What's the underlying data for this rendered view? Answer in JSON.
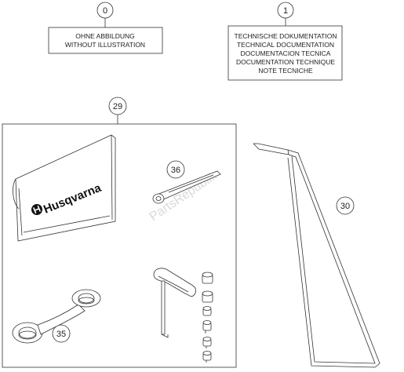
{
  "callouts": {
    "c0": "0",
    "c1": "1",
    "c29": "29",
    "c30": "30",
    "c35": "35",
    "c36": "36"
  },
  "box_no_illustration": {
    "line1": "OHNE ABBILDUNG",
    "line2": "WITHOUT ILLUSTRATION"
  },
  "box_documentation": {
    "line1": "TECHNISCHE DOKUMENTATION",
    "line2": "TECHNICAL DOCUMENTATION",
    "line3": "DOCUMENTACION TECNICA",
    "line4": "DOCUMENTATION TECHNIQUE",
    "line5": "NOTE TECNICHE"
  },
  "brand_name": "Husqvarna",
  "watermark": "PartsRepublik",
  "colors": {
    "line": "#333333",
    "watermark": "#d9d9d9"
  }
}
